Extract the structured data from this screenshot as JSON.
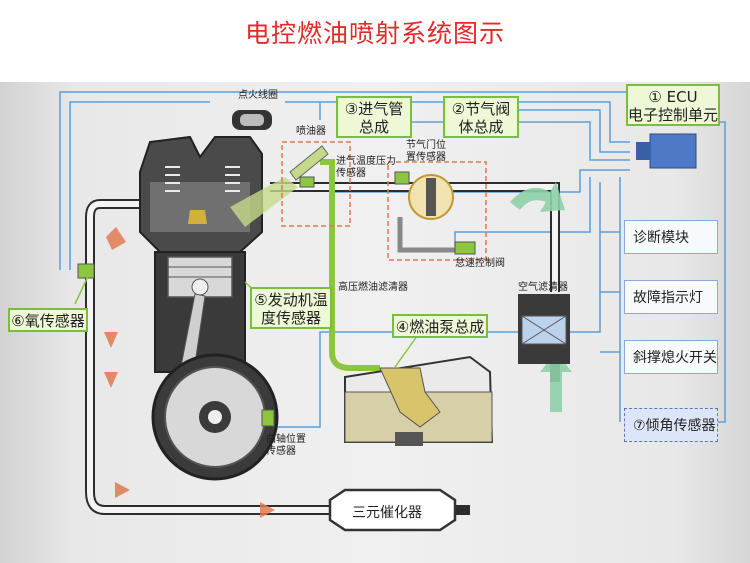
{
  "title": "电控燃油喷射系统图示",
  "components": {
    "ecu": [
      "① ECU",
      "电子控制单元"
    ],
    "intake": [
      "③进气管",
      "总成"
    ],
    "throttle": [
      "②节气阀",
      "体总成"
    ],
    "coolant": [
      "⑤发动机温",
      "度传感器"
    ],
    "fuelpump": "④燃油泵总成",
    "oxygen": "⑥氧传感器",
    "tilt": "⑦倾角传感器",
    "catalyst": "三元催化器",
    "diag": "诊断模块",
    "fault": "故障指示灯",
    "kill": "斜撑熄火开关"
  },
  "small_labels": {
    "coil": "点火线圈",
    "injector": "喷油器",
    "intake_temp": [
      "进气温度压力",
      "传感器"
    ],
    "tps": [
      "节气门位",
      "置传感器"
    ],
    "idle": "怠速控制阀",
    "filter_hp": "高压燃油滤清器",
    "air_filter": "空气滤清器",
    "crank": [
      "曲轴位置",
      "传感器"
    ]
  },
  "colors": {
    "title": "#e22a2a",
    "wire": "#5aa0d8",
    "green_box": "#7abf3b",
    "flow_arrow": "#e07a50"
  }
}
